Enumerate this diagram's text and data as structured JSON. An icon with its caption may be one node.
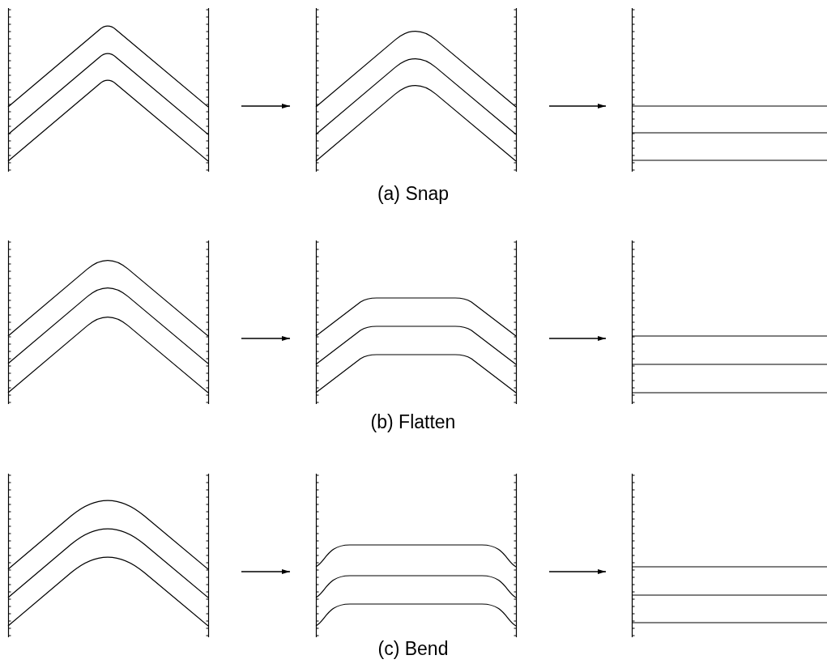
{
  "diagram": {
    "nodes": [
      {
        "text": [],
        "shape": "picture"
      },
      {
        "text": [],
        "shape": "picture"
      },
      {
        "text": [],
        "shape": "picture"
      },
      {
        "text": [],
        "shape": "picture"
      },
      {
        "text": [],
        "shape": "picture"
      },
      {
        "text": [],
        "shape": "picture"
      },
      {
        "text": [],
        "shape": "picture"
      },
      {
        "text": [],
        "shape": "picture"
      },
      {
        "text": [],
        "shape": "picture"
      }
    ],
    "edges": [
      {
        "from": 0,
        "to": 1,
        "arrow": "to"
      },
      {
        "from": 1,
        "to": 2,
        "arrow": "to"
      },
      {
        "from": 3,
        "to": 4,
        "arrow": "to"
      },
      {
        "from": 4,
        "to": 5,
        "arrow": "to"
      },
      {
        "from": 6,
        "to": 7,
        "arrow": "to"
      },
      {
        "from": 7,
        "to": 8,
        "arrow": "to"
      }
    ],
    "labels": [
      "(a) Snap",
      "(b) Flatten",
      "(c) Bend"
    ]
  }
}
